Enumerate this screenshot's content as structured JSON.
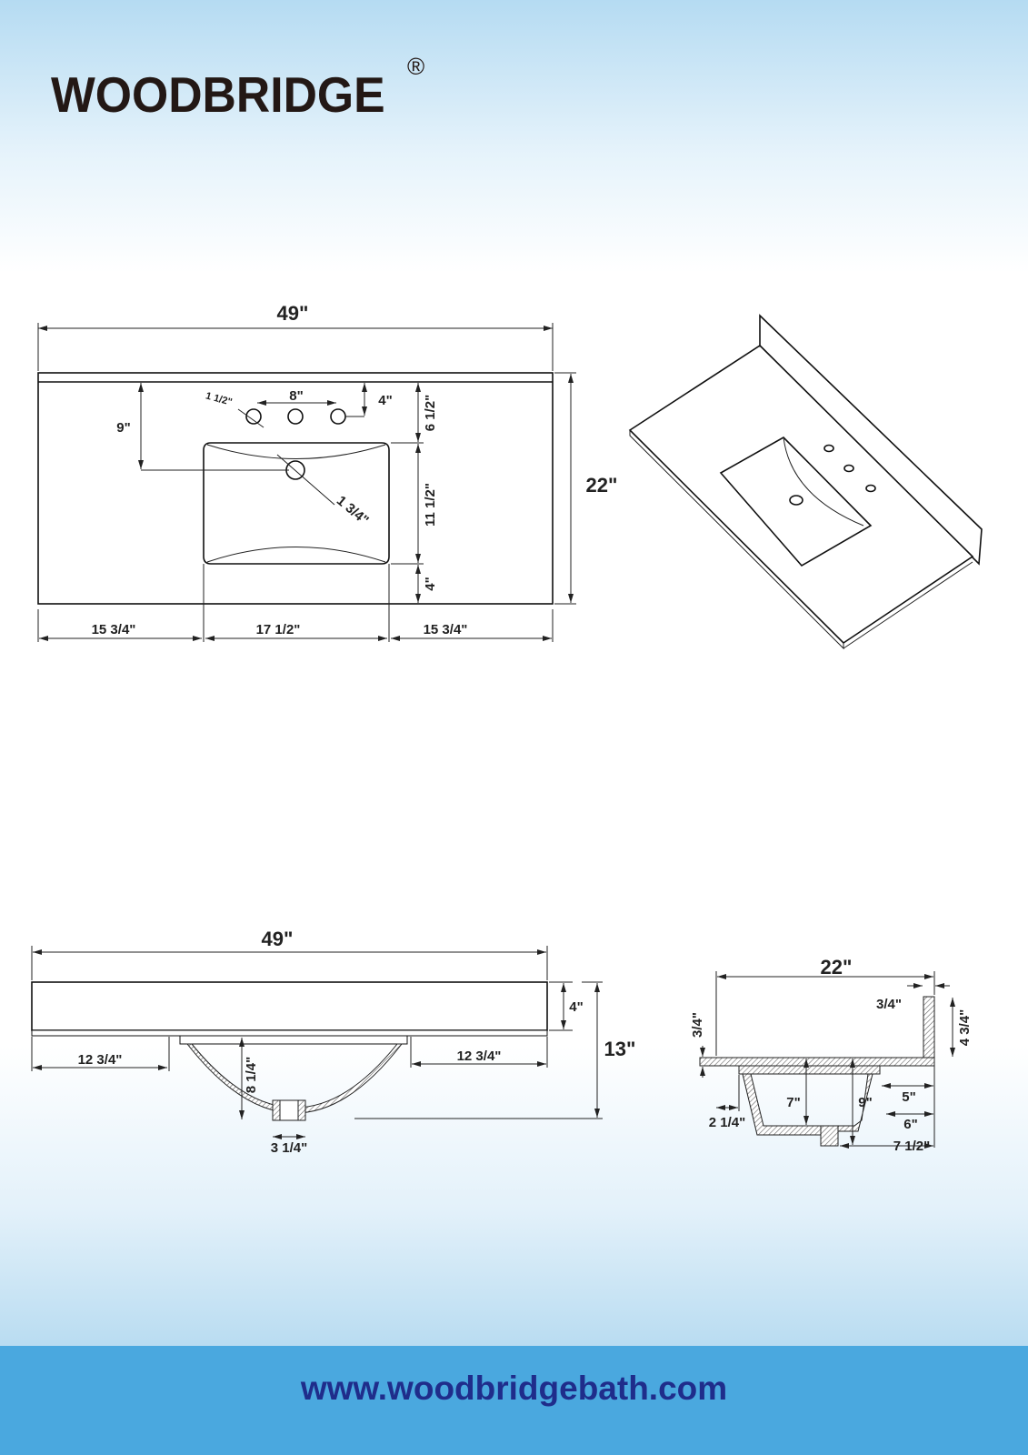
{
  "brand": {
    "name": "WOODBRIDGE",
    "registered": "®"
  },
  "top_view": {
    "width": "49\"",
    "depth": "22\"",
    "left_margin": "15 3/4\"",
    "sink_width": "17 1/2\"",
    "right_margin": "15 3/4\"",
    "drain_offset": "9\"",
    "faucet_spread": "8\"",
    "faucet_hole": "1 1/2\"",
    "faucet_from_back": "4\"",
    "back_to_sink": "6 1/2\"",
    "sink_depth": "11 1/2\"",
    "front_to_sink": "4\"",
    "drain_diameter": "1 3/4\""
  },
  "front_view": {
    "width": "49\"",
    "backsplash_height": "4\"",
    "total_height": "13\"",
    "left_offset": "12 3/4\"",
    "right_offset": "12 3/4\"",
    "bowl_depth": "8 1/4\"",
    "drain_width": "3 1/4\""
  },
  "side_view": {
    "depth": "22\"",
    "backsplash_thickness": "3/4\"",
    "top_thickness": "3/4\"",
    "backsplash_height": "4 3/4\"",
    "front_offset": "2 1/4\"",
    "inner_depth": "7\"",
    "outer_depth": "9\"",
    "back_lip": "5\"",
    "back_wall": "6\"",
    "drain_from_back": "7 1/2\""
  },
  "footer": {
    "url": "www.woodbridgebath.com"
  }
}
